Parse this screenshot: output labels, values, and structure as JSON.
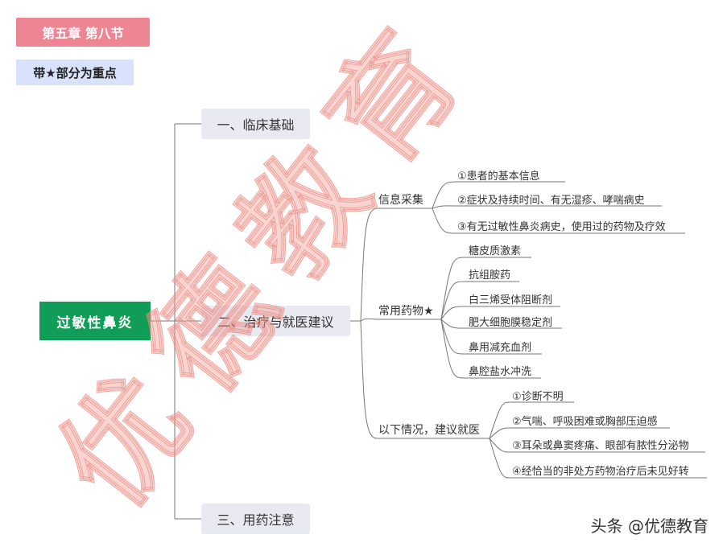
{
  "header": {
    "chapter": "第五章  第八节",
    "note": "带★部分为重点"
  },
  "root": {
    "label": "过敏性鼻炎"
  },
  "sections": [
    {
      "label": "一、临床基础"
    },
    {
      "label": "二、治疗与就医建议"
    },
    {
      "label": "三、用药注意"
    }
  ],
  "branches": {
    "info": {
      "label": "信息采集",
      "items": [
        "①患者的基本信息",
        "②症状及持续时间、有无湿疹、哮喘病史",
        "③有无过敏性鼻炎病史，使用过的药物及疗效"
      ]
    },
    "drugs": {
      "label": "常用药物★",
      "items": [
        "糖皮质激素",
        "抗组胺药",
        "白三烯受体阻断剂",
        "肥大细胞膜稳定剂",
        "鼻用减充血剂",
        "鼻腔盐水冲洗"
      ]
    },
    "refer": {
      "label": "以下情况，建议就医",
      "items": [
        "①诊断不明",
        "②气喘、呼吸困难或胸部压迫感",
        "③耳朵或鼻窦疼痛、眼部有脓性分泌物",
        "④经恰当的非处方药物治疗后未见好转"
      ]
    }
  },
  "watermark": {
    "text": "优德教育",
    "credit": "头条 @优德教育",
    "color": "#f2a19a"
  }
}
